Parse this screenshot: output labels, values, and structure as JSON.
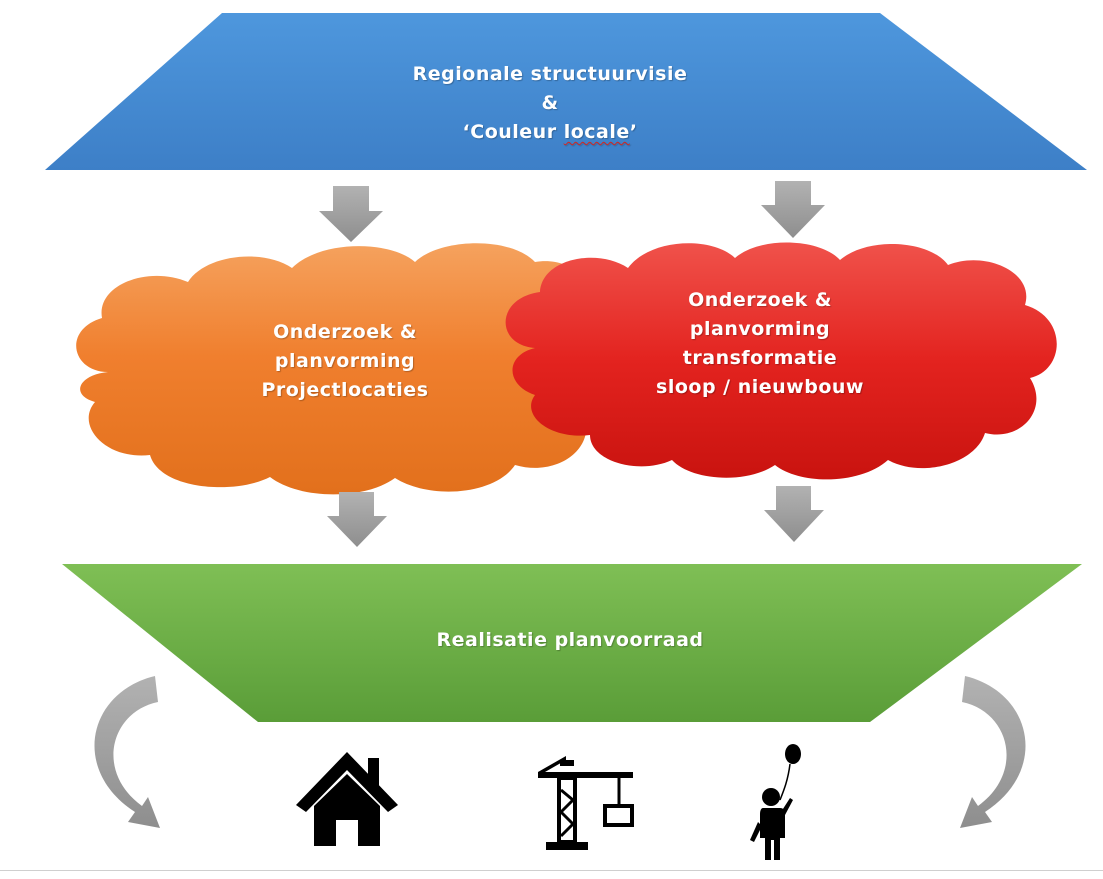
{
  "top_block": {
    "line1": "Regionale structuurvisie",
    "line2": "&",
    "line3_prefix": "‘Couleur ",
    "line3_underlined": "locale",
    "line3_suffix": "’"
  },
  "cloud_left": {
    "line1": "Onderzoek &",
    "line2": "planvorming",
    "line3": "Projectlocaties"
  },
  "cloud_right": {
    "line1": "Onderzoek &",
    "line2": "planvorming",
    "line3": "transformatie",
    "line4": "sloop / nieuwbouw"
  },
  "bottom_block": {
    "label": "Realisatie planvoorraad"
  },
  "icons": [
    "house-icon",
    "construction-crane-icon",
    "child-with-balloon-icon"
  ],
  "colors": {
    "top_block": "#4a8fd6",
    "cloud_left": "#f07f2e",
    "cloud_right": "#e3231f",
    "bottom_block": "#6aad44",
    "arrows": "#9a9a9a",
    "icons": "#000000"
  }
}
